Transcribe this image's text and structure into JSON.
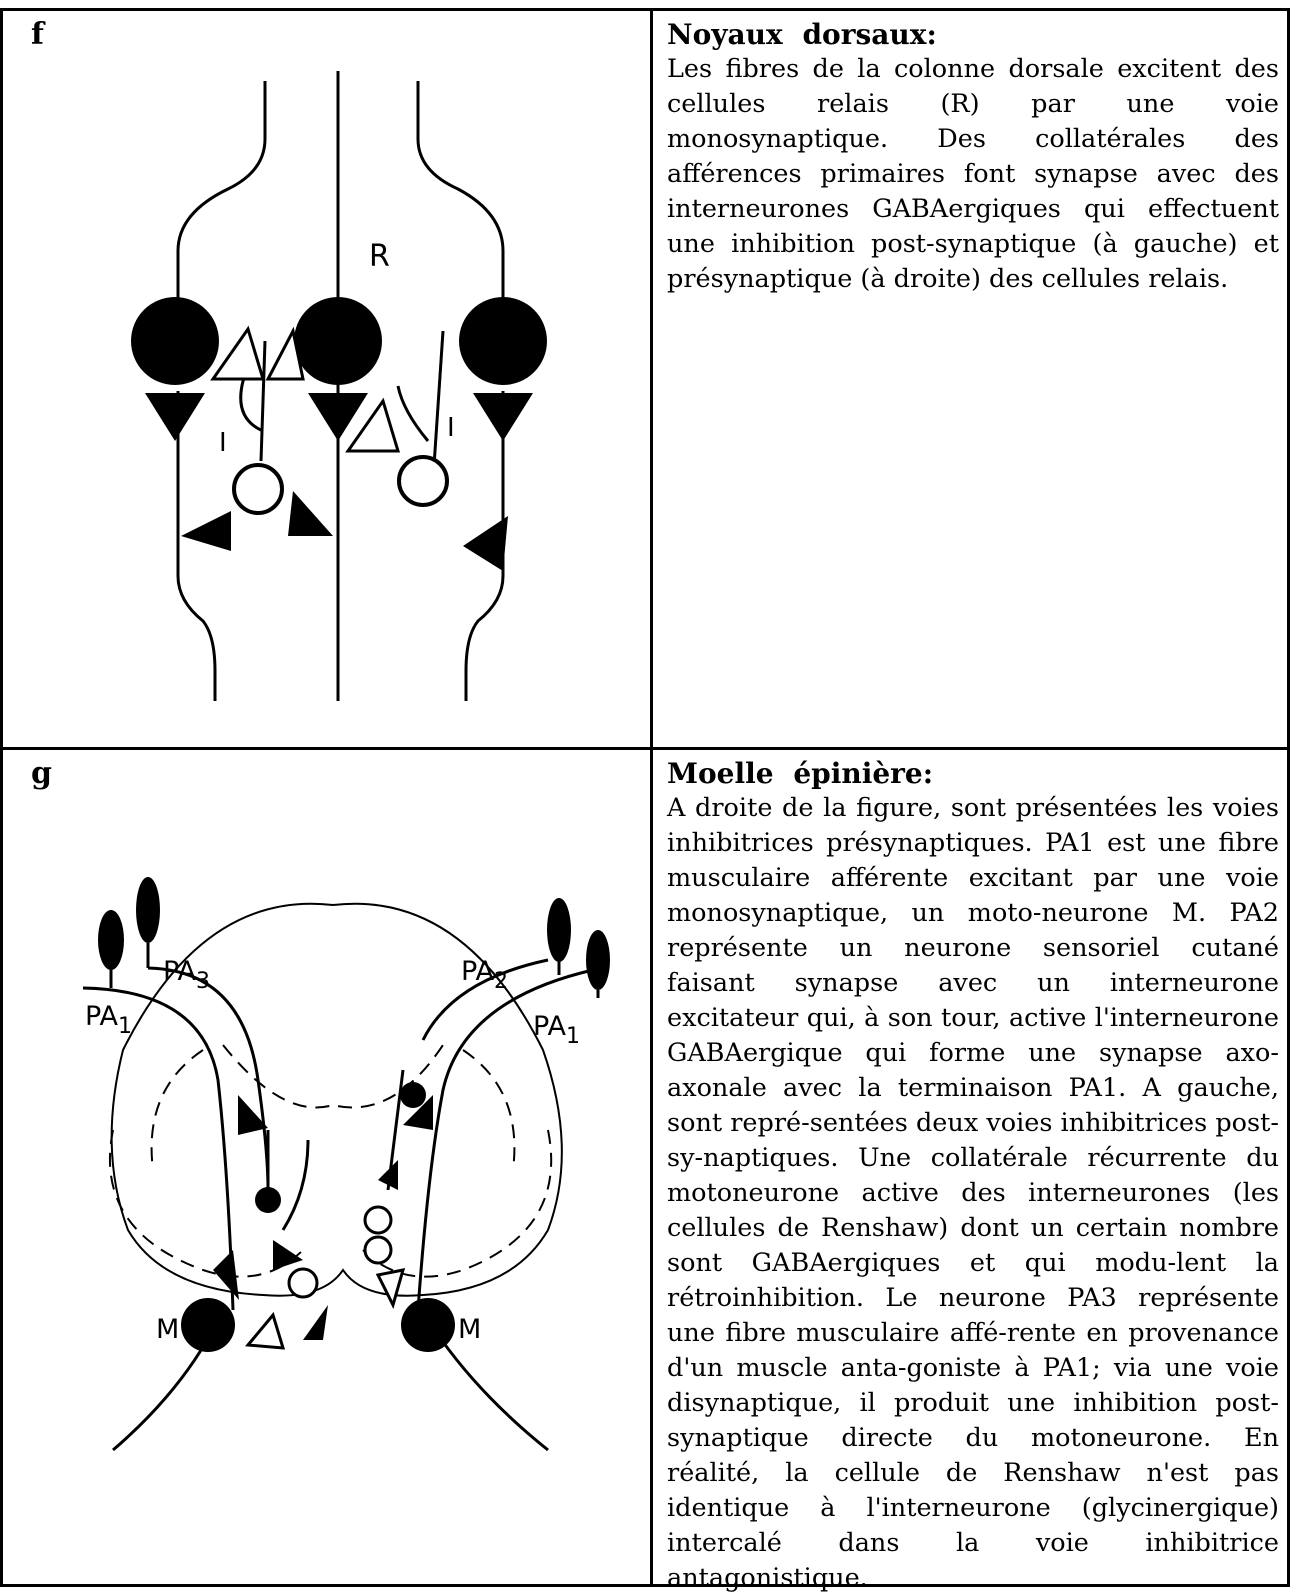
{
  "panel_f": {
    "letter": "f",
    "title": "Noyaux  dorsaux:",
    "text": "Les fibres de la colonne dorsale excitent des cellules relais (R) par une voie monosynaptique. Des collatérales des afférences primaires font synapse avec des interneurones GABAergiques qui effectuent une inhibition post-synaptique (à gauche) et présynaptique (à droite) des cellules relais.",
    "labels": {
      "relay": "R",
      "inter_left": "I",
      "inter_right": "I"
    }
  },
  "panel_g": {
    "letter": "g",
    "title": "Moelle  épinière:",
    "text": "A droite de la figure, sont présentées les voies inhibitrices présynaptiques. PA1 est une fibre musculaire afférente excitant par une voie monosynaptique, un moto-neurone M. PA2 représente un neurone sensoriel cutané faisant synapse avec un interneurone excitateur qui, à son tour, active l'interneurone GABAergique qui forme une synapse axo-axonale avec la terminaison PA1. A gauche, sont repré-sentées deux voies inhibitrices post-sy-naptiques. Une collatérale récurrente du motoneurone active des interneurones (les cellules de Renshaw) dont un certain nombre sont GABAergiques et qui modu-lent la rétroinhibition. Le neurone PA3 représente une fibre musculaire affé-rente en provenance d'un muscle anta-goniste à PA1; via une voie disynaptique, il produit une inhibition post-synaptique directe du motoneurone. En réalité, la cellule de Renshaw n'est pas identique à l'interneurone (glycinergique) intercalé dans la voie inhibitrice antagonistique.",
    "labels": {
      "pa3": "PA",
      "pa3_sub": "3",
      "pa2": "PA",
      "pa2_sub": "2",
      "pa1_left": "PA",
      "pa1_left_sub": "1",
      "pa1_right": "PA",
      "pa1_right_sub": "1",
      "m_left": "M",
      "m_right": "M"
    }
  }
}
